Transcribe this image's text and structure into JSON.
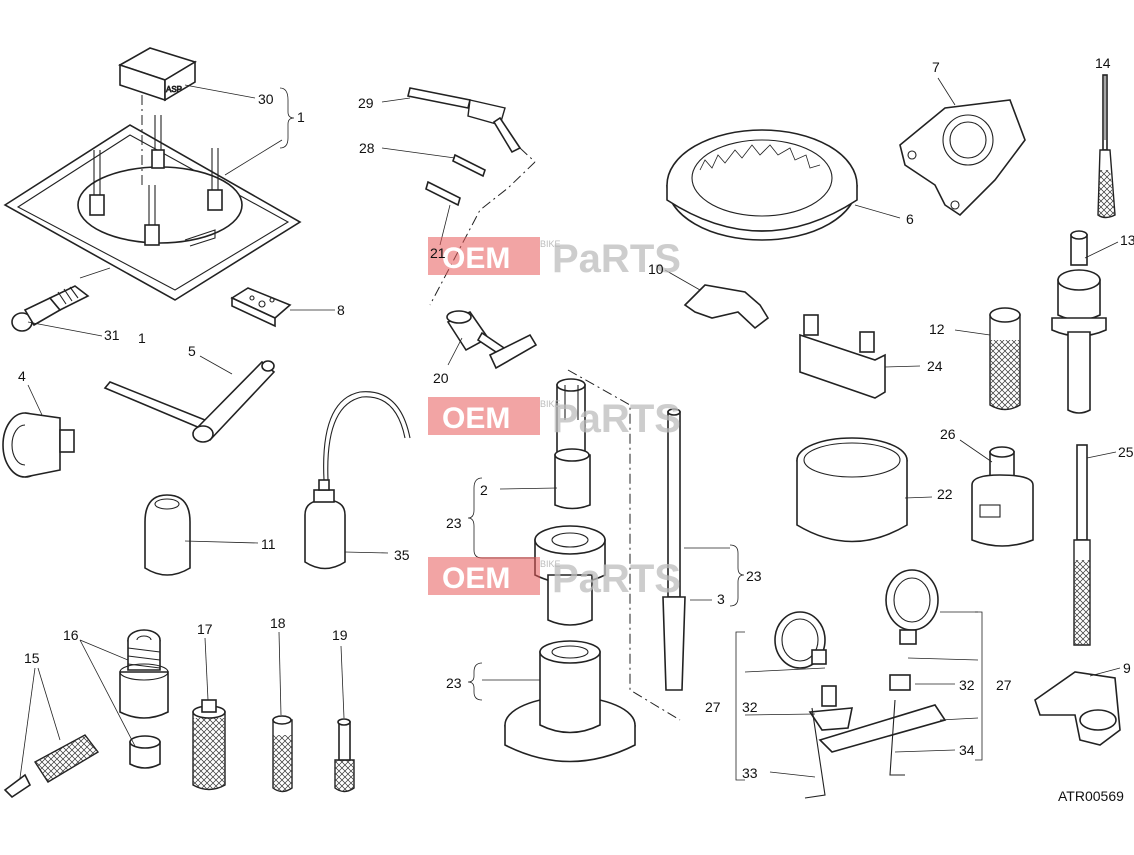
{
  "diagram": {
    "code": "ATR00569",
    "callouts": [
      "1",
      "1",
      "2",
      "3",
      "4",
      "5",
      "6",
      "7",
      "8",
      "9",
      "10",
      "11",
      "12",
      "13",
      "14",
      "15",
      "16",
      "17",
      "18",
      "19",
      "20",
      "21",
      "22",
      "23",
      "23",
      "23",
      "24",
      "25",
      "26",
      "27",
      "27",
      "28",
      "29",
      "30",
      "31",
      "32",
      "32",
      "33",
      "34",
      "35"
    ],
    "watermark": {
      "word1": "OEM",
      "word2": "BIKE",
      "word3": "PaRTS"
    },
    "colors": {
      "line": "#222222",
      "watermark_red": "#e85a5a",
      "watermark_grey": "#bdbdbd"
    }
  }
}
